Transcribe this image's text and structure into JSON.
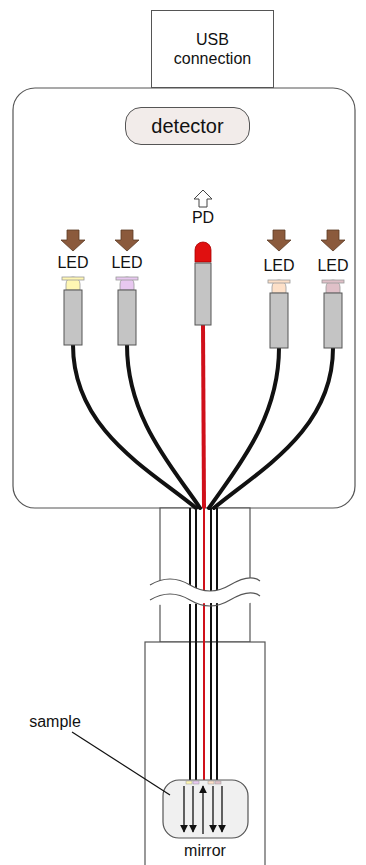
{
  "diagram": {
    "nodes": [
      {
        "text": [
          "USB connection"
        ]
      },
      {
        "text": [
          "detector"
        ]
      }
    ],
    "labels": [
      "LED",
      "LED",
      "PD",
      "LED",
      "LED",
      "sample",
      "mirror"
    ]
  }
}
